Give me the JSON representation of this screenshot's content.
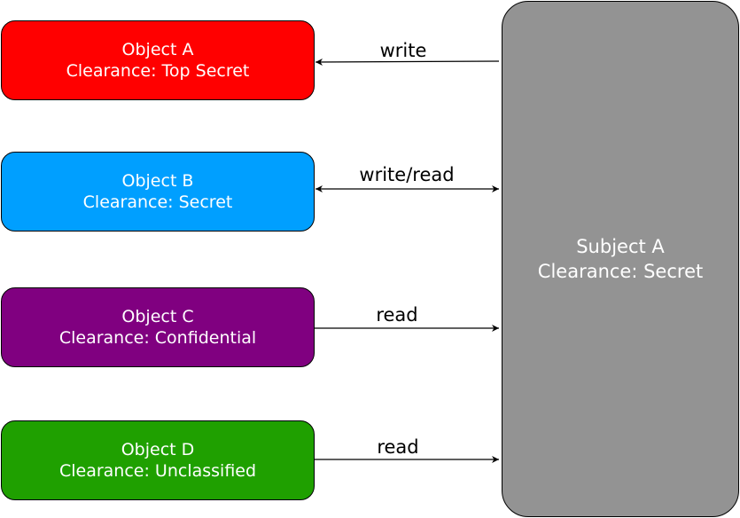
{
  "objects": [
    {
      "name": "Object A",
      "clearance": "Clearance: Top Secret",
      "color": "#ff0000"
    },
    {
      "name": "Object B",
      "clearance": "Clearance: Secret",
      "color": "#009fff"
    },
    {
      "name": "Object C",
      "clearance": "Clearance: Confidential",
      "color": "#800080"
    },
    {
      "name": "Object D",
      "clearance": "Clearance: Unclassified",
      "color": "#1fa000"
    }
  ],
  "subject": {
    "name": "Subject A",
    "clearance": "Clearance: Secret",
    "color": "#939393"
  },
  "edges": [
    {
      "object": "Object A",
      "label": "write",
      "direction": "subject-to-object"
    },
    {
      "object": "Object B",
      "label": "write/read",
      "direction": "bidirectional"
    },
    {
      "object": "Object C",
      "label": "read",
      "direction": "object-to-subject"
    },
    {
      "object": "Object D",
      "label": "read",
      "direction": "object-to-subject"
    }
  ]
}
